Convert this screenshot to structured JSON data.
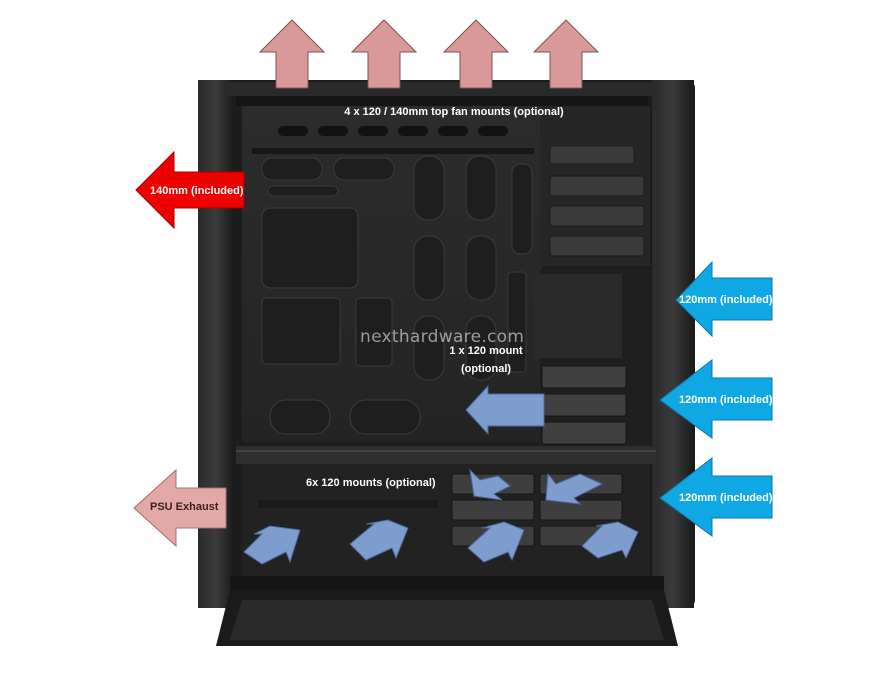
{
  "labels": {
    "top_mounts": "4 x 120 / 140mm top fan mounts (optional)",
    "rear_exhaust": "140mm (included)",
    "front_top": "120mm (included)",
    "front_mid": "120mm (included)",
    "front_bottom": "120mm (included)",
    "mid_mount_line1": "1 x 120 mount",
    "mid_mount_line2": "(optional)",
    "bottom_mounts": "6x 120 mounts (optional)",
    "psu_exhaust": "PSU Exhaust"
  },
  "watermark": "nexthardware.com",
  "colors": {
    "top_arrow": "#d99999",
    "rear_arrow": "#ee0000",
    "front_arrow": "#10a8e4",
    "internal_arrow": "#7f9ccf",
    "psu_arrow": "#e3a9a6",
    "case_body": "#1e1e1e",
    "case_panel": "#2e2e2e"
  }
}
